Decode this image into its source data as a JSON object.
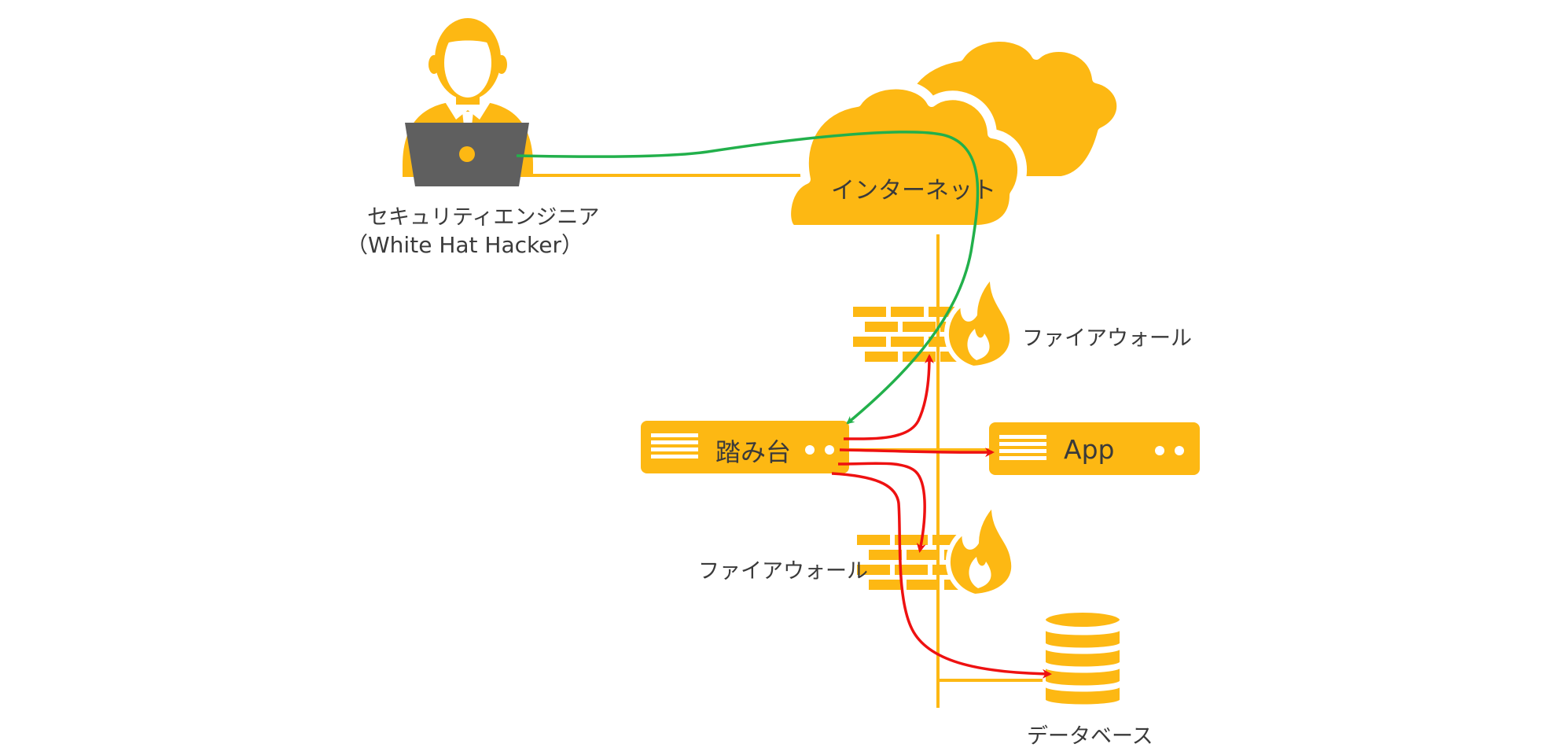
{
  "colors": {
    "accent": "#FDB813",
    "laptop": "#5f5f5f",
    "arrow_green": "#22b04b",
    "arrow_red": "#ee1111",
    "text": "#3a3a3a"
  },
  "labels": {
    "engineer_line1": "セキュリティエンジニア",
    "engineer_line2": "（White Hat Hacker）",
    "internet": "インターネット",
    "firewall_top": "ファイアウォール",
    "firewall_bottom": "ファイアウォール",
    "stepping_stone": "踏み台",
    "app": "App",
    "database": "データベース"
  },
  "icons": [
    "person-icon",
    "laptop-icon",
    "cloud-icon",
    "firewall-icon",
    "flame-icon",
    "server-icon",
    "database-icon"
  ]
}
